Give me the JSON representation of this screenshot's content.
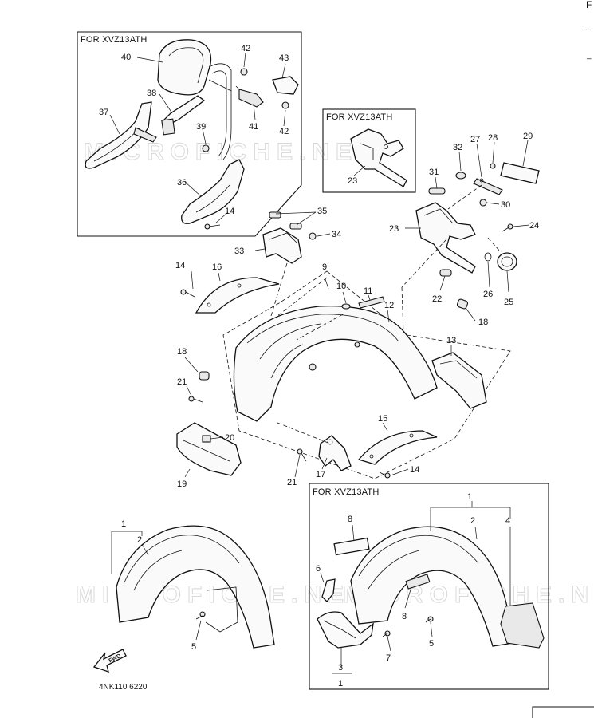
{
  "header_box": {
    "label": "FOR XVZ13ATH"
  },
  "boxes": [
    {
      "label": "FOR XVZ13ATH"
    },
    {
      "label": "FOR XVZ13ATH"
    },
    {
      "label": "FOR XVZ13ATH"
    }
  ],
  "watermark": "MICROFICHE.NET",
  "callouts": [
    "1",
    "2",
    "3",
    "4",
    "5",
    "6",
    "7",
    "8",
    "9",
    "10",
    "11",
    "12",
    "13",
    "14",
    "15",
    "16",
    "17",
    "18",
    "19",
    "20",
    "21",
    "22",
    "23",
    "24",
    "25",
    "26",
    "27",
    "28",
    "29",
    "30",
    "31",
    "32",
    "33",
    "34",
    "35",
    "36",
    "37",
    "38",
    "39",
    "40",
    "41",
    "42",
    "43"
  ],
  "diagram_code": "4NK110 6220",
  "fwd_label": "FWD",
  "edge_glyphs": [
    "F",
    "...",
    "_"
  ]
}
